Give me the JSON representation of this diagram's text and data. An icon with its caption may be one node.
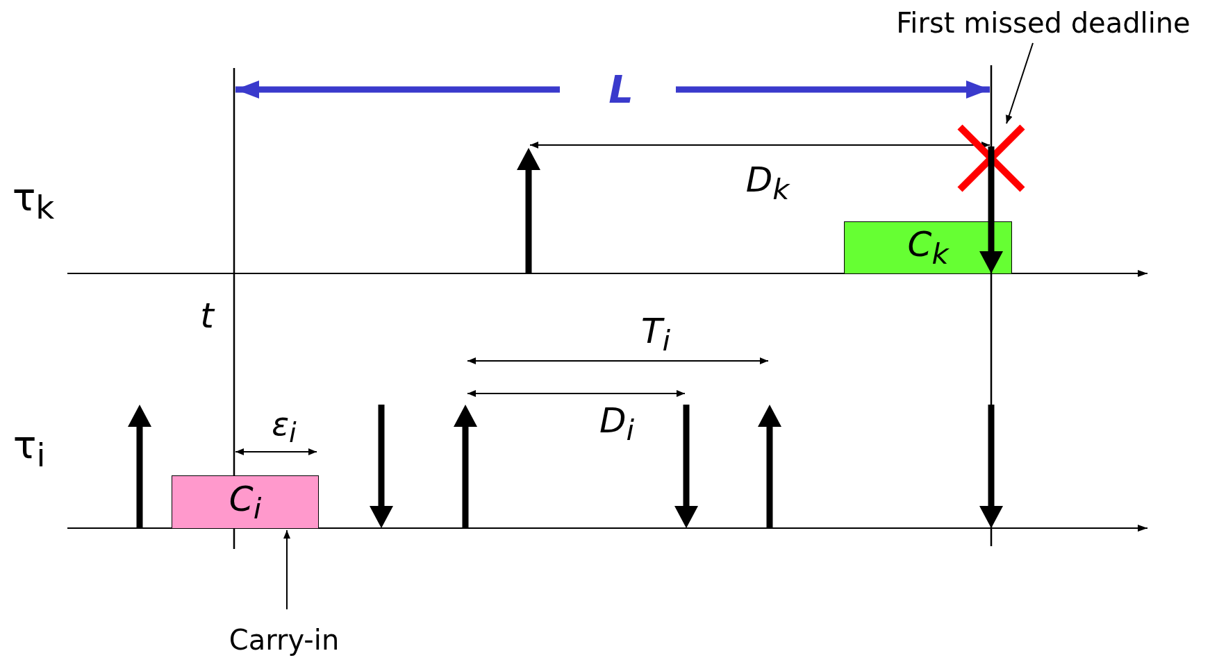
{
  "diagram": {
    "nodes": [
      {
        "text": [
          "C$_{i}$"
        ]
      },
      {
        "text": [
          "C$_{k}$"
        ]
      },
      {
        "text": [
          "Carry-in"
        ]
      },
      {
        "text": [
          "First missed deadline"
        ]
      },
      {
        "text": [],
        "shape": "cross"
      }
    ],
    "edges": [
      {
        "from": 2,
        "to": 0,
        "arrow": "to"
      },
      {
        "from": 3,
        "to": 4,
        "arrow": "to"
      }
    ],
    "labels": [
      "L",
      "τ$_{k}$",
      "D$_{k}$",
      "t",
      "T$_{i}$",
      "τ$_{i}$",
      "ε$_{i}$",
      "D$_{i}$"
    ]
  }
}
